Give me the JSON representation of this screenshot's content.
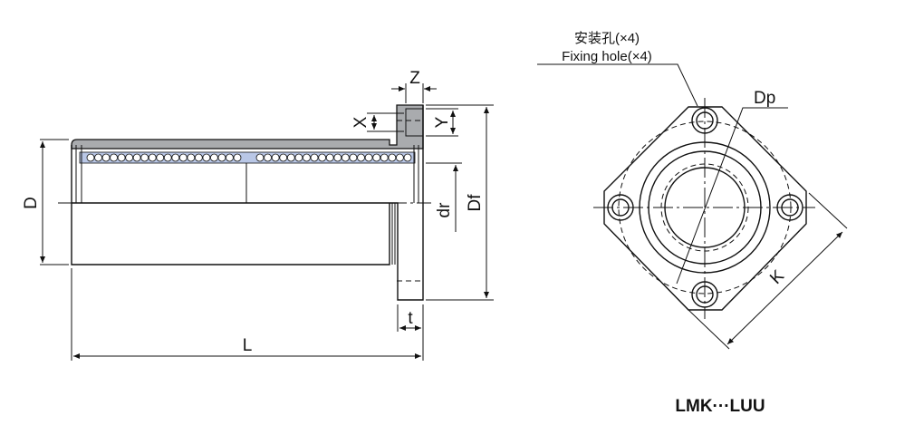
{
  "side_view": {
    "labels": {
      "D": "D",
      "L": "L",
      "Z": "Z",
      "X": "X",
      "Y": "Y",
      "dr": "dr",
      "Df": "Df",
      "t": "t"
    },
    "ball_count_per_row": 20
  },
  "front_view": {
    "hole_label_cn": "安装孔(×4)",
    "hole_label_en": "Fixing hole(×4)",
    "Dp": "Dp",
    "K": "K"
  },
  "model": "LMK···LUU",
  "colors": {
    "housing": "#a9abae",
    "retainer": "#b9c7e6",
    "line": "#111111"
  }
}
